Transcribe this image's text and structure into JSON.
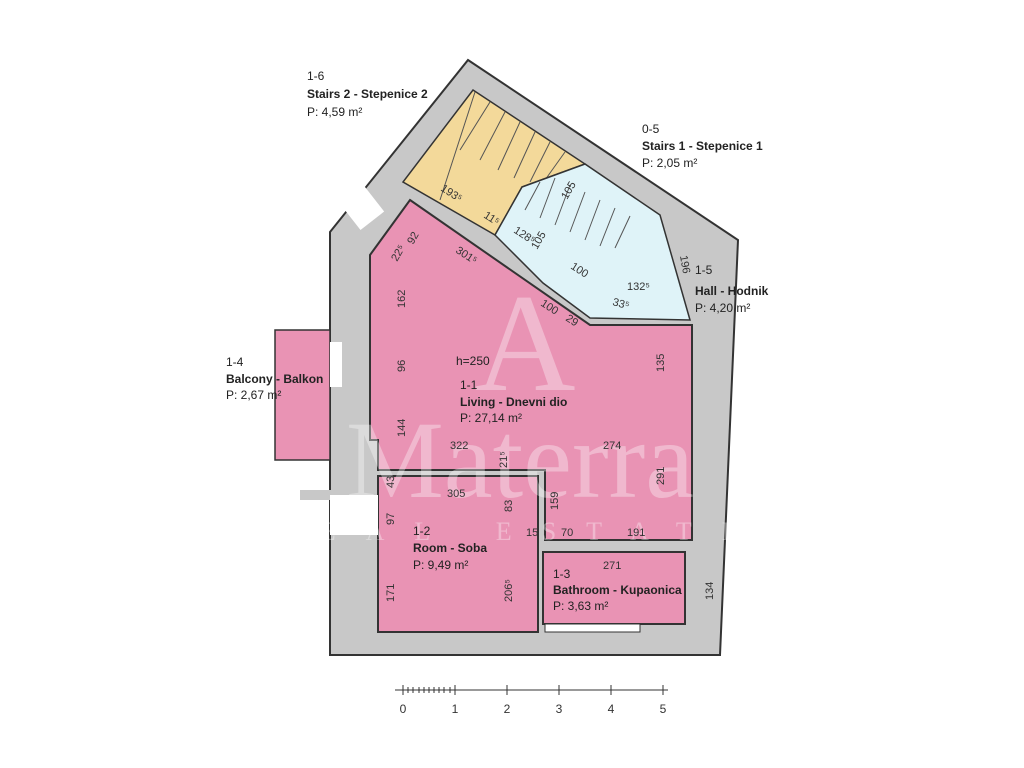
{
  "rooms": [
    {
      "code": "1-6",
      "name": "Stairs 2 - Stepenice 2",
      "area": "P: 4,59 m²"
    },
    {
      "code": "0-5",
      "name": "Stairs 1 - Stepenice 1",
      "area": "P: 2,05 m²"
    },
    {
      "code": "1-5",
      "name": "Hall - Hodnik",
      "area": "P: 4,20 m²"
    },
    {
      "code": "1-4",
      "name": "Balcony - Balkon",
      "area": "P: 2,67 m²"
    },
    {
      "code": "1-1",
      "name": "Living - Dnevni dio",
      "area": "P: 27,14 m²"
    },
    {
      "code": "1-2",
      "name": "Room - Soba",
      "area": "P: 9,49 m²"
    },
    {
      "code": "1-3",
      "name": "Bathroom - Kupaonica",
      "area": "P: 3,63 m²"
    }
  ],
  "ceiling_height": "h=250",
  "dimensions": [
    "193⁵",
    "11⁵",
    "105",
    "128⁵",
    "105",
    "100",
    "132⁵",
    "33⁵",
    "196",
    "301⁵",
    "92",
    "22⁵",
    "162",
    "100",
    "29",
    "96",
    "135",
    "144",
    "322",
    "274",
    "21⁵",
    "43",
    "305",
    "83",
    "291",
    "159",
    "97",
    "15",
    "70",
    "191",
    "271",
    "171",
    "206⁵",
    "134"
  ],
  "scale": {
    "ticks": [
      "0",
      "1",
      "2",
      "3",
      "4",
      "5"
    ]
  },
  "watermark": {
    "brand": "Materra",
    "tagline": "REAL ESTATE"
  },
  "colors": {
    "wall": "#c8c8c8",
    "living": "#e993b4",
    "stairs2": "#f3d99a",
    "hall": "#dff3f8"
  }
}
